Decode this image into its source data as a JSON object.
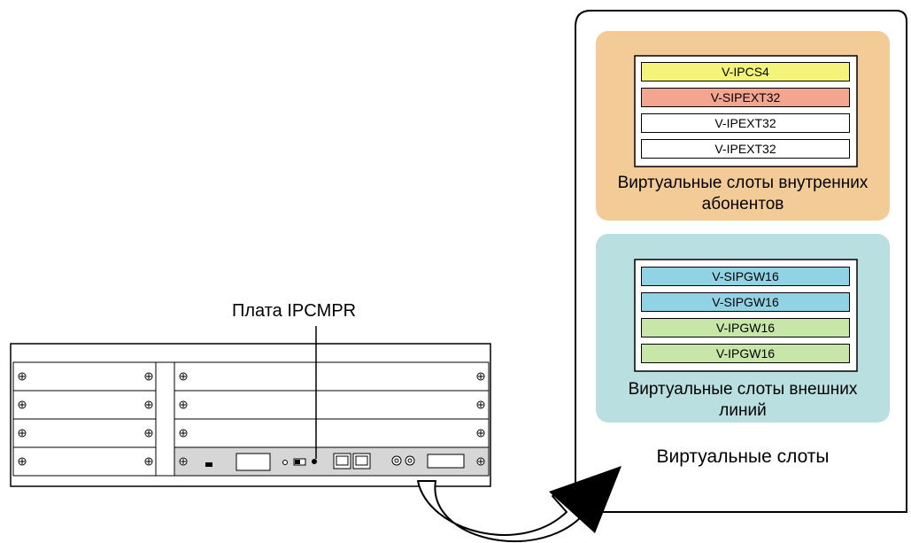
{
  "callout": {
    "label": "Плата IPCMPR"
  },
  "virtual_panel": {
    "title": "Виртуальные слоты",
    "extension_group": {
      "caption_line1": "Виртуальные слоты внутренних",
      "caption_line2": "абонентов",
      "bg_color": "#f2cb96",
      "slots": [
        {
          "label": "V-IPCS4",
          "color": "#f4f47a"
        },
        {
          "label": "V-SIPEXT32",
          "color": "#f4a58f"
        },
        {
          "label": "V-IPEXT32",
          "color": "#ffffff"
        },
        {
          "label": "V-IPEXT32",
          "color": "#ffffff"
        }
      ]
    },
    "trunk_group": {
      "caption_line1": "Виртуальные слоты внешних",
      "caption_line2": "линий",
      "bg_color": "#b9dfe0",
      "slots": [
        {
          "label": "V-SIPGW16",
          "color": "#8fd3e4"
        },
        {
          "label": "V-SIPGW16",
          "color": "#8fd3e4"
        },
        {
          "label": "V-IPGW16",
          "color": "#c8e6a8"
        },
        {
          "label": "V-IPGW16",
          "color": "#c8e6a8"
        }
      ]
    }
  }
}
